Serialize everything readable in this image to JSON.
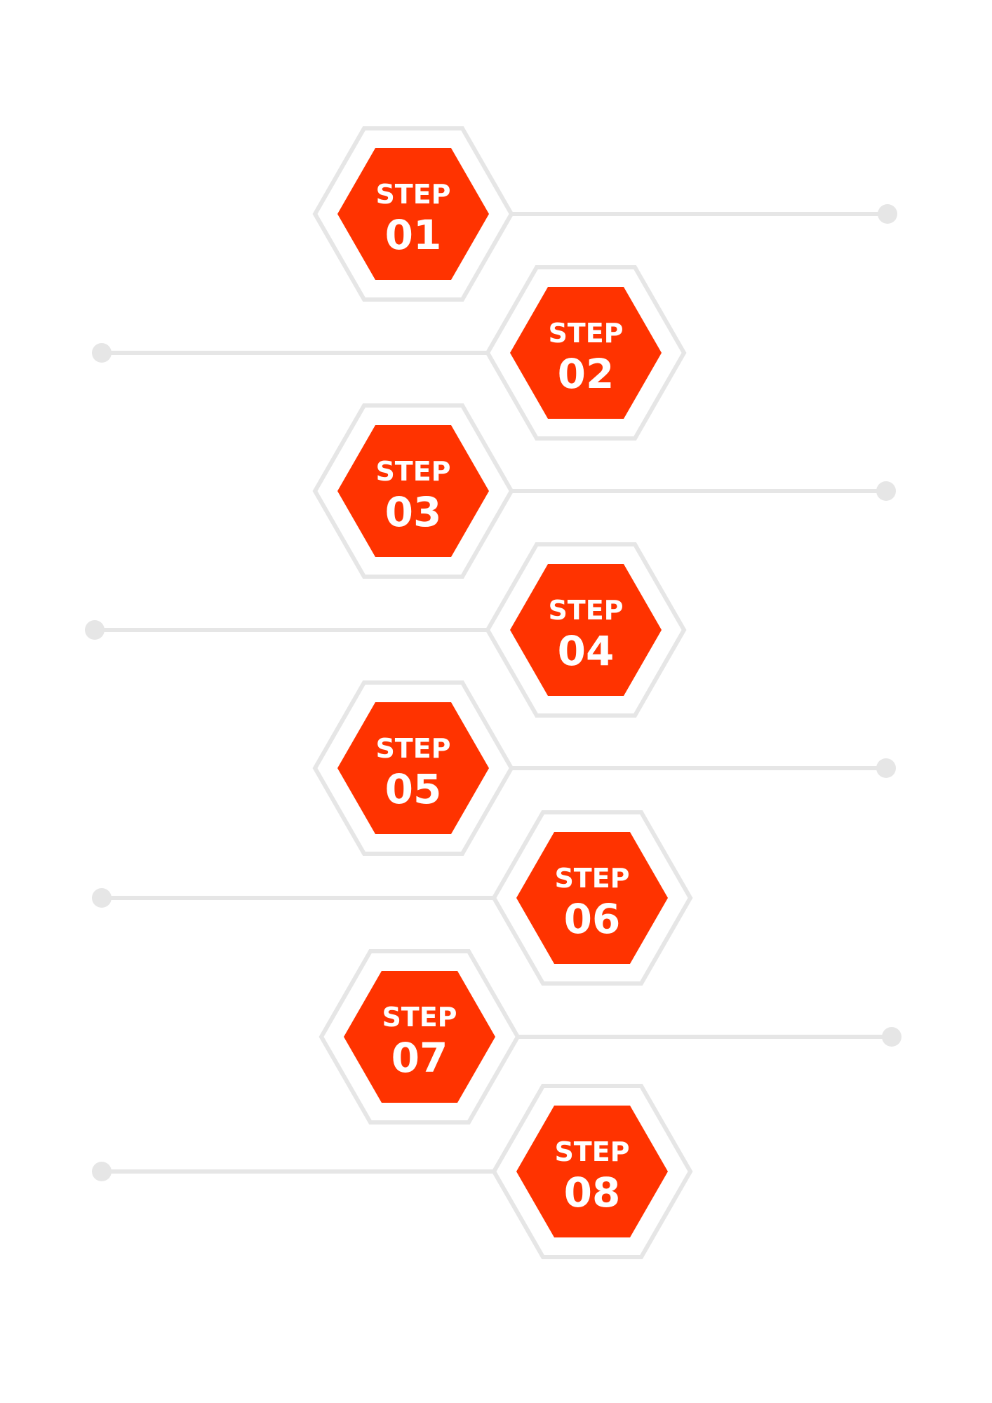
{
  "colors": {
    "background": "#ffffff",
    "accent": "#ff3300",
    "outline": "#e6e6e6",
    "connector": "#e6e6e6",
    "text": "#ffffff"
  },
  "steps": [
    {
      "word": "STEP",
      "number": "01"
    },
    {
      "word": "STEP",
      "number": "02"
    },
    {
      "word": "STEP",
      "number": "03"
    },
    {
      "word": "STEP",
      "number": "04"
    },
    {
      "word": "STEP",
      "number": "05"
    },
    {
      "word": "STEP",
      "number": "06"
    },
    {
      "word": "STEP",
      "number": "07"
    },
    {
      "word": "STEP",
      "number": "08"
    }
  ]
}
